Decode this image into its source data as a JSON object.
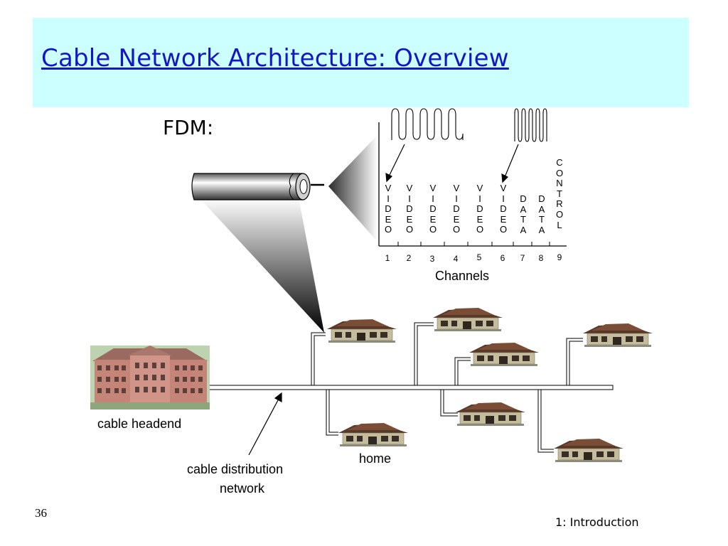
{
  "slide": {
    "title": "Cable Network Architecture: Overview",
    "fdm_label": "FDM:",
    "channels_axis_label": "Channels",
    "channels": [
      {
        "number": "1",
        "letters": [
          "V",
          "I",
          "D",
          "E",
          "O"
        ]
      },
      {
        "number": "2",
        "letters": [
          "V",
          "I",
          "D",
          "E",
          "O"
        ]
      },
      {
        "number": "3",
        "letters": [
          "V",
          "I",
          "D",
          "E",
          "O"
        ]
      },
      {
        "number": "4",
        "letters": [
          "V",
          "I",
          "D",
          "E",
          "O"
        ]
      },
      {
        "number": "5",
        "letters": [
          "V",
          "I",
          "D",
          "E",
          "O"
        ]
      },
      {
        "number": "6",
        "letters": [
          "V",
          "I",
          "D",
          "E",
          "O"
        ]
      },
      {
        "number": "7",
        "letters": [
          "D",
          "A",
          "T",
          "A"
        ]
      },
      {
        "number": "8",
        "letters": [
          "D",
          "A",
          "T",
          "A"
        ]
      },
      {
        "number": "9",
        "letters": [
          "C",
          "O",
          "N",
          "T",
          "R",
          "O",
          "L"
        ]
      }
    ],
    "labels": {
      "headend": "cable headend",
      "distribution_line1": "cable distribution",
      "distribution_line2": "network",
      "home": "home"
    },
    "slide_number": "36",
    "footer": "1: Introduction"
  },
  "colors": {
    "title_band": "#ccffff",
    "title_text": "#1515c8"
  },
  "icons": {
    "cable": "coaxial-cable-icon",
    "headend": "headend-building-icon",
    "home": "house-icon"
  }
}
